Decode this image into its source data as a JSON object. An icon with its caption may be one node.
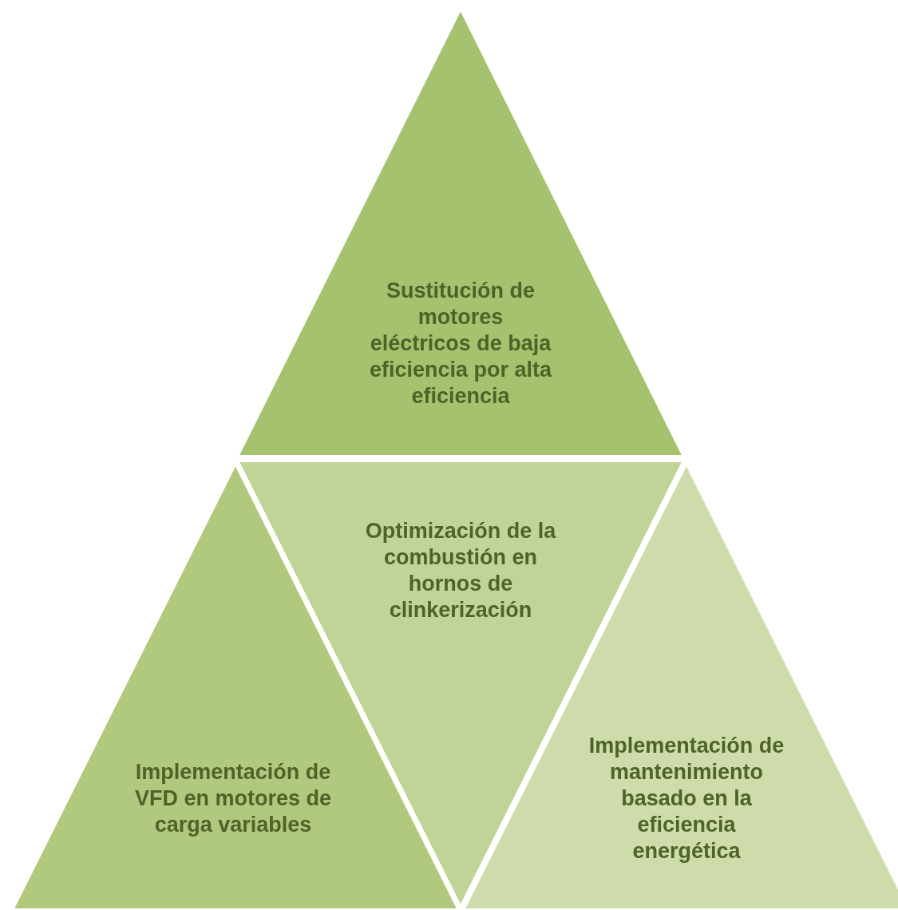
{
  "diagram": {
    "nodes": [
      {
        "text": [
          "Sustitución de motores eléctricos de baja eficiencia por alta eficiencia"
        ]
      },
      {
        "text": [
          "Optimización de la combustión en hornos de clinkerización"
        ]
      },
      {
        "text": [
          "Implementación de VFD en motores de carga variables"
        ]
      },
      {
        "text": [
          "Implementación de mantenimiento basado en la eficiencia energética"
        ]
      }
    ],
    "edges": []
  }
}
